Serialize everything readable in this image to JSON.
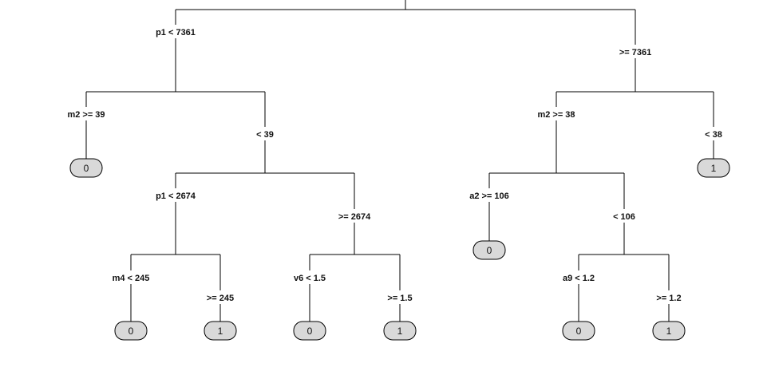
{
  "tree": {
    "colors": {
      "edge": "#000000",
      "leaf_fill": "#d9d9d9",
      "text": "#111111"
    },
    "split_labels": {
      "root_left": "p1 < 7361",
      "root_right": ">= 7361",
      "a_left": "m2 >= 39",
      "a_right": "< 39",
      "b_left": "p1 < 2674",
      "b_right": ">= 2674",
      "c_left": "m4 < 245",
      "c_right": ">= 245",
      "d_left": "v6 < 1.5",
      "d_right": ">= 1.5",
      "e_left": "m2 >= 38",
      "e_right": "< 38",
      "f_left": "a2 >= 106",
      "f_right": "< 106",
      "g_left": "a9 < 1.2",
      "g_right": ">= 1.2"
    },
    "leaves": {
      "l1": "0",
      "l2": "0",
      "l3": "1",
      "l4": "0",
      "l5": "1",
      "l6": "1",
      "l7": "0",
      "l8": "0",
      "l9": "1"
    }
  }
}
